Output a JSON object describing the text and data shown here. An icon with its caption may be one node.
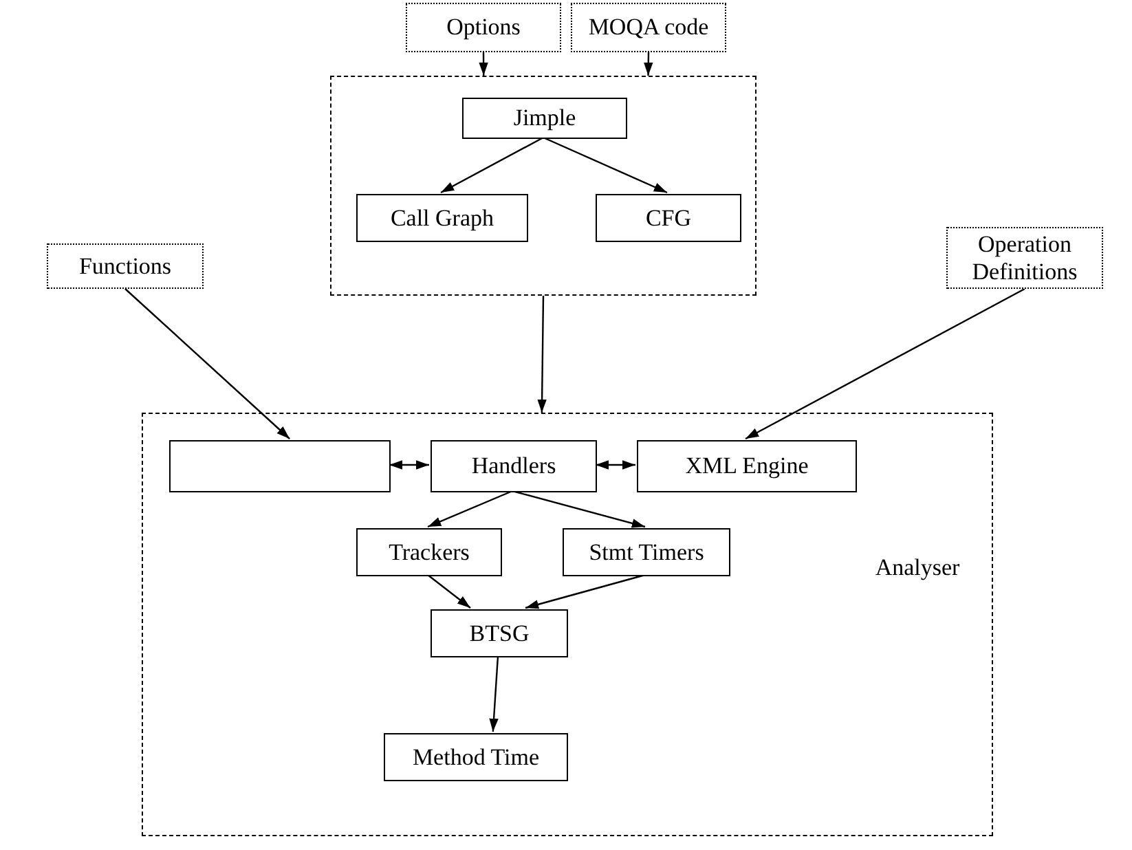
{
  "diagram": {
    "nodes": [
      {
        "text": [
          "Options"
        ]
      },
      {
        "text": [
          "MOQA code"
        ]
      },
      {
        "text": [],
        "shape": "box"
      },
      {
        "text": [
          "Jimple"
        ],
        "in": 2
      },
      {
        "text": [
          "Call Graph"
        ],
        "in": 2
      },
      {
        "text": [
          "CFG"
        ],
        "in": 2
      },
      {
        "text": [
          "Functions"
        ]
      },
      {
        "text": [
          "Operation Definitions"
        ]
      },
      {
        "text": [
          "Analyser"
        ]
      },
      {
        "text": [],
        "shape": "box",
        "in": 8
      },
      {
        "text": [
          "Handlers"
        ],
        "in": 8
      },
      {
        "text": [
          "XML Engine"
        ],
        "in": 8
      },
      {
        "text": [
          "Trackers"
        ],
        "in": 8
      },
      {
        "text": [
          "Stmt Timers"
        ],
        "in": 8
      },
      {
        "text": [
          "BTSG"
        ],
        "in": 8
      },
      {
        "text": [
          "Method Time"
        ],
        "in": 8
      }
    ],
    "edges": [
      {
        "from": 0,
        "to": 2,
        "arrow": "to"
      },
      {
        "from": 1,
        "to": 2,
        "arrow": "to"
      },
      {
        "from": 3,
        "to": 4,
        "arrow": "to"
      },
      {
        "from": 3,
        "to": 5,
        "arrow": "to"
      },
      {
        "from": 2,
        "to": 8,
        "arrow": "to"
      },
      {
        "from": 6,
        "to": 9,
        "arrow": "to"
      },
      {
        "from": 7,
        "to": 11,
        "arrow": "to"
      },
      {
        "from": 10,
        "to": 9,
        "arrow": "both"
      },
      {
        "from": 10,
        "to": 11,
        "arrow": "both"
      },
      {
        "from": 10,
        "to": 12,
        "arrow": "to"
      },
      {
        "from": 10,
        "to": 13,
        "arrow": "to"
      },
      {
        "from": 12,
        "to": 14,
        "arrow": "to"
      },
      {
        "from": 13,
        "to": 14,
        "arrow": "to"
      },
      {
        "from": 14,
        "to": 15,
        "arrow": "to"
      }
    ]
  }
}
